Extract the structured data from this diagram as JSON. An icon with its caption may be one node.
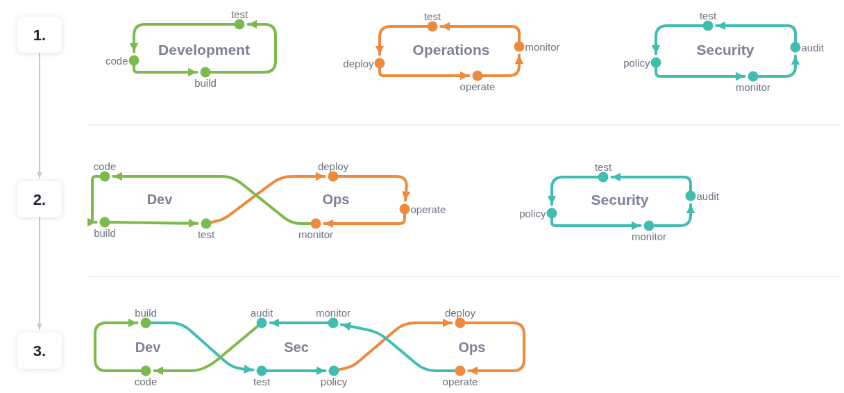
{
  "diagram": {
    "nodes": [
      {
        "text": [
          "1."
        ]
      },
      {
        "text": [
          "2."
        ]
      },
      {
        "text": [
          "3."
        ]
      },
      {
        "text": [
          "test"
        ]
      },
      {
        "text": [
          "code"
        ]
      },
      {
        "text": [
          "build"
        ]
      },
      {
        "text": [
          "test"
        ]
      },
      {
        "text": [
          "deploy"
        ]
      },
      {
        "text": [
          "operate"
        ]
      },
      {
        "text": [
          "monitor"
        ]
      },
      {
        "text": [
          "test"
        ]
      },
      {
        "text": [
          "policy"
        ]
      },
      {
        "text": [
          "monitor"
        ]
      },
      {
        "text": [
          "audit"
        ]
      },
      {
        "text": [
          "code"
        ]
      },
      {
        "text": [
          "build"
        ]
      },
      {
        "text": [
          "test"
        ]
      },
      {
        "text": [
          "deploy"
        ]
      },
      {
        "text": [
          "operate"
        ]
      },
      {
        "text": [
          "monitor"
        ]
      },
      {
        "text": [
          "test"
        ]
      },
      {
        "text": [
          "policy"
        ]
      },
      {
        "text": [
          "monitor"
        ]
      },
      {
        "text": [
          "audit"
        ]
      },
      {
        "text": [
          "build"
        ]
      },
      {
        "text": [
          "code"
        ]
      },
      {
        "text": [
          "audit"
        ]
      },
      {
        "text": [
          "monitor"
        ]
      },
      {
        "text": [
          "test"
        ]
      },
      {
        "text": [
          "policy"
        ]
      },
      {
        "text": [
          "deploy"
        ]
      },
      {
        "text": [
          "operate"
        ]
      }
    ],
    "edges": [
      {
        "from": 0,
        "to": 1,
        "arrow": "to",
        "color": "#c3cad4"
      },
      {
        "from": 1,
        "to": 2,
        "arrow": "to",
        "color": "#c3cad4"
      },
      {
        "from": 3,
        "to": 4,
        "arrow": "to",
        "color": "#7cba4e"
      },
      {
        "from": 4,
        "to": 5,
        "arrow": "to",
        "color": "#7cba4e"
      },
      {
        "from": 5,
        "to": 3,
        "arrow": "to",
        "color": "#7cba4e"
      },
      {
        "from": 9,
        "to": 6,
        "arrow": "to",
        "color": "#ef8a3d"
      },
      {
        "from": 6,
        "to": 7,
        "arrow": "to",
        "color": "#ef8a3d"
      },
      {
        "from": 7,
        "to": 8,
        "arrow": "to",
        "color": "#ef8a3d"
      },
      {
        "from": 8,
        "to": 9,
        "arrow": "to",
        "color": "#ef8a3d"
      },
      {
        "from": 13,
        "to": 10,
        "arrow": "to",
        "color": "#40bdb1"
      },
      {
        "from": 10,
        "to": 11,
        "arrow": "to",
        "color": "#40bdb1"
      },
      {
        "from": 11,
        "to": 12,
        "arrow": "to",
        "color": "#40bdb1"
      },
      {
        "from": 12,
        "to": 13,
        "arrow": "to",
        "color": "#40bdb1"
      },
      {
        "from": 14,
        "to": 15,
        "arrow": "to",
        "color": "#7cba4e"
      },
      {
        "from": 15,
        "to": 16,
        "arrow": "to",
        "color": "#7cba4e"
      },
      {
        "from": 16,
        "to": 17,
        "arrow": "to",
        "color": "#ef8a3d"
      },
      {
        "from": 17,
        "to": 18,
        "arrow": "to",
        "color": "#ef8a3d"
      },
      {
        "from": 18,
        "to": 19,
        "arrow": "to",
        "color": "#ef8a3d"
      },
      {
        "from": 19,
        "to": 14,
        "arrow": "to",
        "color": "#7cba4e"
      },
      {
        "from": 23,
        "to": 20,
        "arrow": "to",
        "color": "#40bdb1"
      },
      {
        "from": 20,
        "to": 21,
        "arrow": "to",
        "color": "#40bdb1"
      },
      {
        "from": 21,
        "to": 22,
        "arrow": "to",
        "color": "#40bdb1"
      },
      {
        "from": 22,
        "to": 23,
        "arrow": "to",
        "color": "#40bdb1"
      },
      {
        "from": 25,
        "to": 24,
        "arrow": "to",
        "color": "#7cba4e"
      },
      {
        "from": 24,
        "to": 28,
        "arrow": "to",
        "color": "#40bdb1"
      },
      {
        "from": 28,
        "to": 29,
        "arrow": "to",
        "color": "#40bdb1"
      },
      {
        "from": 29,
        "to": 30,
        "arrow": "to",
        "color": "#ef8a3d"
      },
      {
        "from": 30,
        "to": 31,
        "arrow": "to",
        "color": "#ef8a3d"
      },
      {
        "from": 31,
        "to": 27,
        "arrow": "to",
        "color": "#40bdb1"
      },
      {
        "from": 27,
        "to": 26,
        "arrow": "to",
        "color": "#40bdb1"
      },
      {
        "from": 26,
        "to": 25,
        "arrow": "to",
        "color": "#7cba4e"
      }
    ],
    "labels": [
      "Development",
      "Operations",
      "Security",
      "Dev",
      "Ops",
      "Security",
      "Dev",
      "Sec",
      "Ops"
    ]
  }
}
